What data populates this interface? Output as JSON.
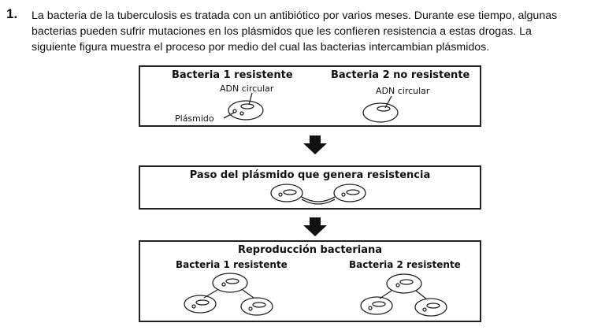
{
  "question": {
    "number": "1.",
    "lines": [
      "La bacteria de la tuberculosis es tratada con un antibiótico por varios meses. Durante ese tiempo, algunas",
      "bacterias pueden sufrir mutaciones en los plásmidos que les confieren resistencia a estas drogas. La",
      "siguiente figura muestra el proceso por medio del cual las bacterias intercambian plásmidos."
    ]
  },
  "figure": {
    "box1": {
      "left_title": "Bacteria 1 resistente",
      "right_title": "Bacteria 2 no resistente",
      "adn_left": "ADN circular",
      "adn_right": "ADN circular",
      "plasmid": "Plásmido"
    },
    "box2": {
      "title": "Paso del plásmido que genera resistencia"
    },
    "box3": {
      "title": "Reproducción bacteriana",
      "left_title": "Bacteria 1 resistente",
      "right_title": "Bacteria 2 resistente"
    }
  }
}
